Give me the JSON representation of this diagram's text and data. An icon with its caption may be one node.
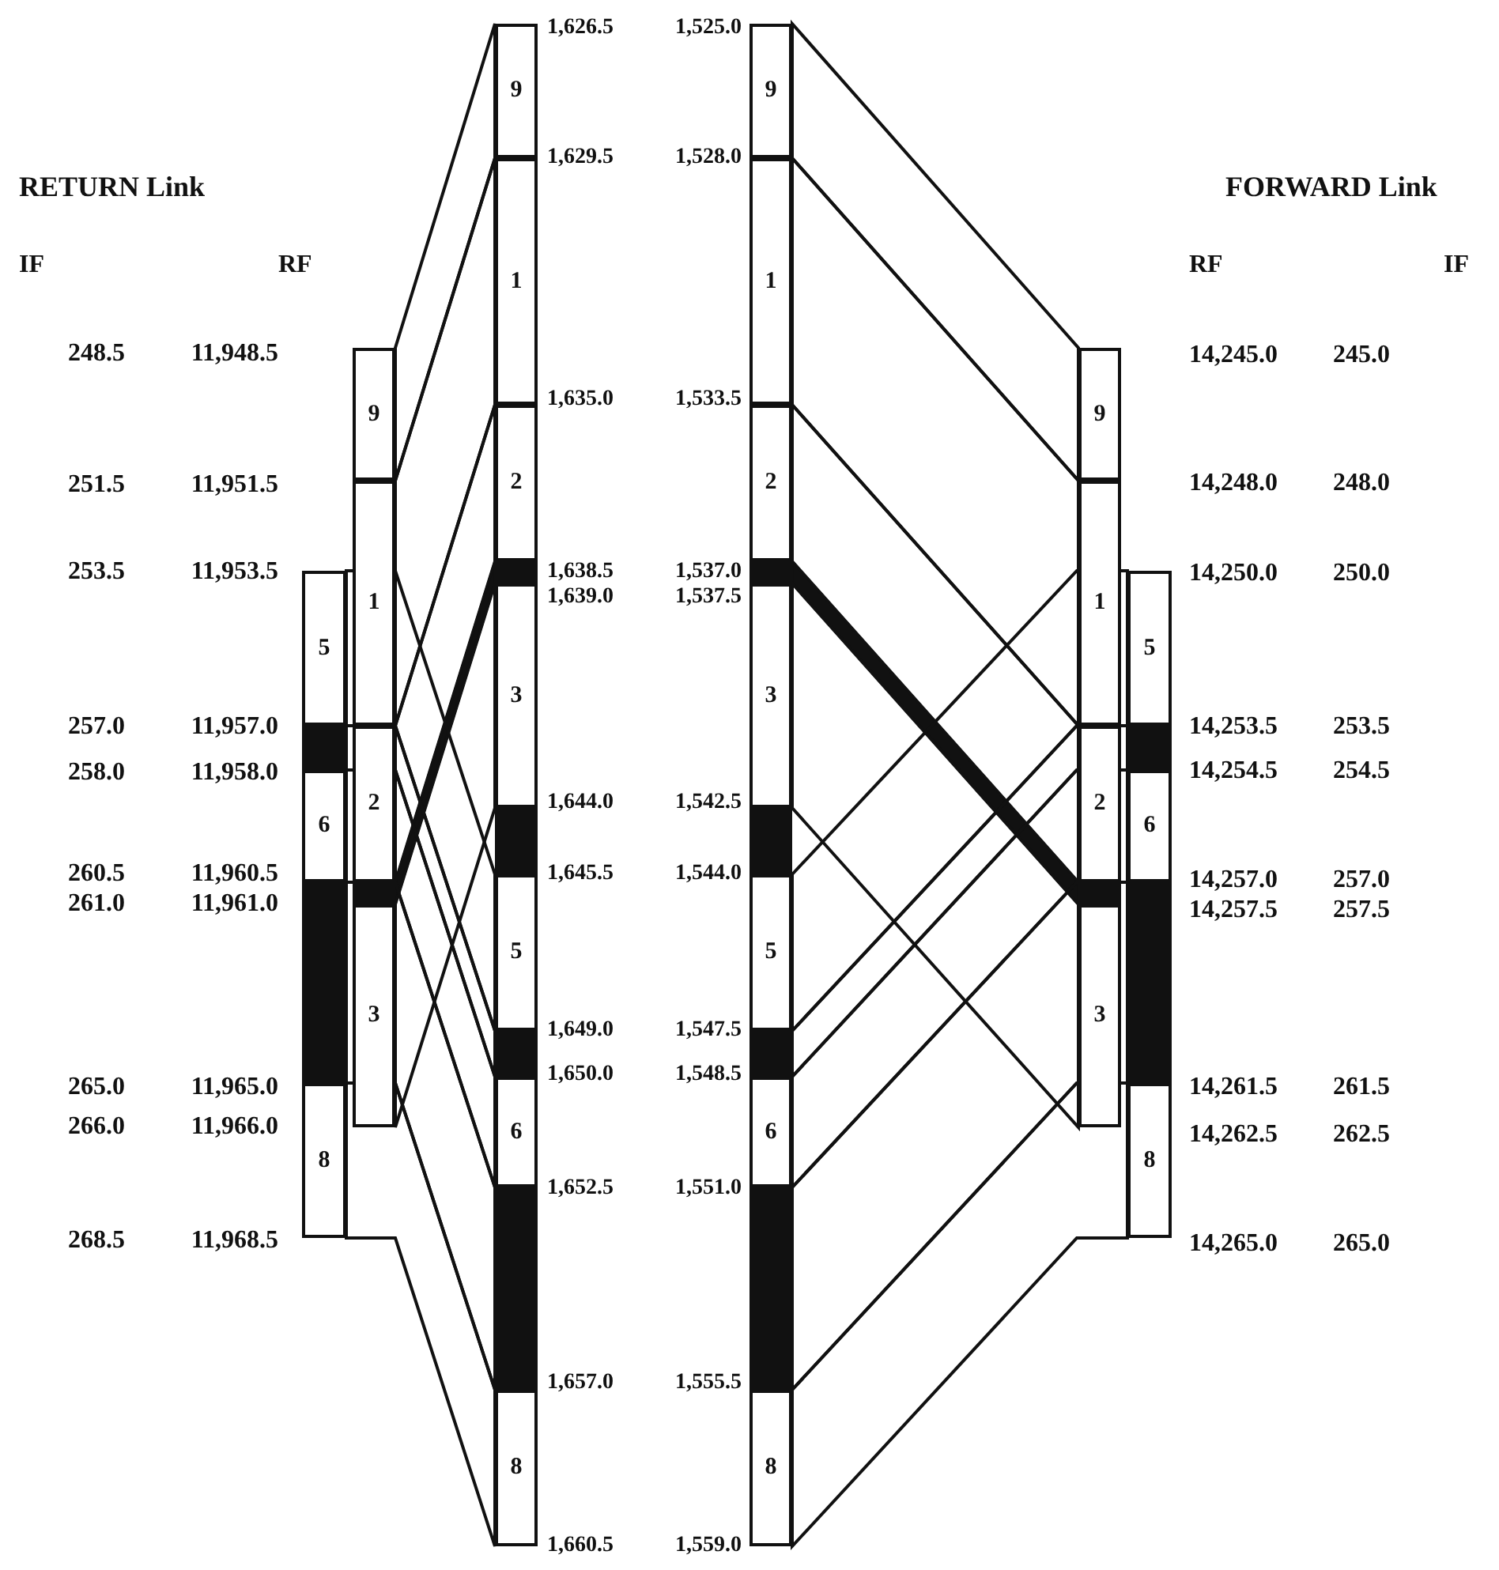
{
  "diagram": {
    "nodes": [
      {
        "text": [
          "9"
        ]
      },
      {
        "text": [
          "1"
        ]
      },
      {
        "text": [
          "2"
        ]
      },
      {
        "text": [],
        "shape": "bar"
      },
      {
        "text": [
          "3"
        ]
      },
      {
        "text": [
          "5"
        ]
      },
      {
        "text": [],
        "shape": "bar"
      },
      {
        "text": [
          "6"
        ]
      },
      {
        "text": [],
        "shape": "bar"
      },
      {
        "text": [
          "8"
        ]
      },
      {
        "text": [
          "9"
        ]
      },
      {
        "text": [
          "1"
        ]
      },
      {
        "text": [
          "2"
        ]
      },
      {
        "text": [],
        "shape": "bar"
      },
      {
        "text": [
          "3"
        ]
      },
      {
        "text": [],
        "shape": "bar"
      },
      {
        "text": [
          "5"
        ]
      },
      {
        "text": [],
        "shape": "bar"
      },
      {
        "text": [
          "6"
        ]
      },
      {
        "text": [],
        "shape": "bar"
      },
      {
        "text": [
          "8"
        ]
      },
      {
        "text": [
          "9"
        ]
      },
      {
        "text": [
          "1"
        ]
      },
      {
        "text": [
          "2"
        ]
      },
      {
        "text": [],
        "shape": "bar"
      },
      {
        "text": [
          "3"
        ]
      },
      {
        "text": [],
        "shape": "bar"
      },
      {
        "text": [
          "5"
        ]
      },
      {
        "text": [],
        "shape": "bar"
      },
      {
        "text": [
          "6"
        ]
      },
      {
        "text": [],
        "shape": "bar"
      },
      {
        "text": [
          "8"
        ]
      },
      {
        "text": [
          "9"
        ]
      },
      {
        "text": [
          "1"
        ]
      },
      {
        "text": [
          "2"
        ]
      },
      {
        "text": [],
        "shape": "bar"
      },
      {
        "text": [
          "3"
        ]
      },
      {
        "text": [
          "5"
        ]
      },
      {
        "text": [],
        "shape": "bar"
      },
      {
        "text": [
          "6"
        ]
      },
      {
        "text": [],
        "shape": "bar"
      },
      {
        "text": [
          "8"
        ]
      }
    ],
    "edges": [
      {
        "from": 0,
        "to": 10,
        "arrow": "none"
      },
      {
        "from": 1,
        "to": 11,
        "arrow": "none"
      },
      {
        "from": 2,
        "to": 12,
        "arrow": "none"
      },
      {
        "from": 3,
        "to": 13,
        "arrow": "none",
        "style": "thick"
      },
      {
        "from": 4,
        "to": 14,
        "arrow": "none"
      },
      {
        "from": 5,
        "to": 16,
        "arrow": "none"
      },
      {
        "from": 6,
        "to": 17,
        "arrow": "none"
      },
      {
        "from": 7,
        "to": 18,
        "arrow": "none"
      },
      {
        "from": 8,
        "to": 19,
        "arrow": "none"
      },
      {
        "from": 9,
        "to": 20,
        "arrow": "none"
      },
      {
        "from": 21,
        "to": 32,
        "arrow": "none"
      },
      {
        "from": 22,
        "to": 33,
        "arrow": "none"
      },
      {
        "from": 23,
        "to": 34,
        "arrow": "none"
      },
      {
        "from": 24,
        "to": 35,
        "arrow": "none",
        "style": "thick"
      },
      {
        "from": 25,
        "to": 36,
        "arrow": "none"
      },
      {
        "from": 27,
        "to": 37,
        "arrow": "none"
      },
      {
        "from": 28,
        "to": 38,
        "arrow": "none"
      },
      {
        "from": 29,
        "to": 39,
        "arrow": "none"
      },
      {
        "from": 30,
        "to": 40,
        "arrow": "none"
      },
      {
        "from": 31,
        "to": 41,
        "arrow": "none"
      }
    ],
    "labels": [
      "RETURN Link",
      "IF",
      "RF",
      "248.5",
      "11,948.5",
      "251.5",
      "11,951.5",
      "253.5",
      "11,953.5",
      "257.0",
      "11,957.0",
      "258.0",
      "11,958.0",
      "260.5",
      "11,960.5",
      "261.0",
      "11,961.0",
      "265.0",
      "11,965.0",
      "266.0",
      "11,966.0",
      "268.5",
      "11,968.5",
      "1,626.5",
      "1,629.5",
      "1,635.0",
      "1,638.5",
      "1,639.0",
      "1,644.0",
      "1,645.5",
      "1,649.0",
      "1,650.0",
      "1,652.5",
      "1,657.0",
      "1,660.5",
      "1,525.0",
      "1,528.0",
      "1,533.5",
      "1,537.0",
      "1,537.5",
      "1,542.5",
      "1,544.0",
      "1,547.5",
      "1,548.5",
      "1,551.0",
      "1,555.5",
      "1,559.0",
      "FORWARD Link",
      "RF",
      "IF",
      "14,245.0",
      "245.0",
      "14,248.0",
      "248.0",
      "14,250.0",
      "250.0",
      "14,253.5",
      "253.5",
      "14,254.5",
      "254.5",
      "14,257.0",
      "257.0",
      "14,257.5",
      "257.5",
      "14,261.5",
      "261.5",
      "14,262.5",
      "262.5",
      "14,265.0",
      "265.0"
    ]
  }
}
